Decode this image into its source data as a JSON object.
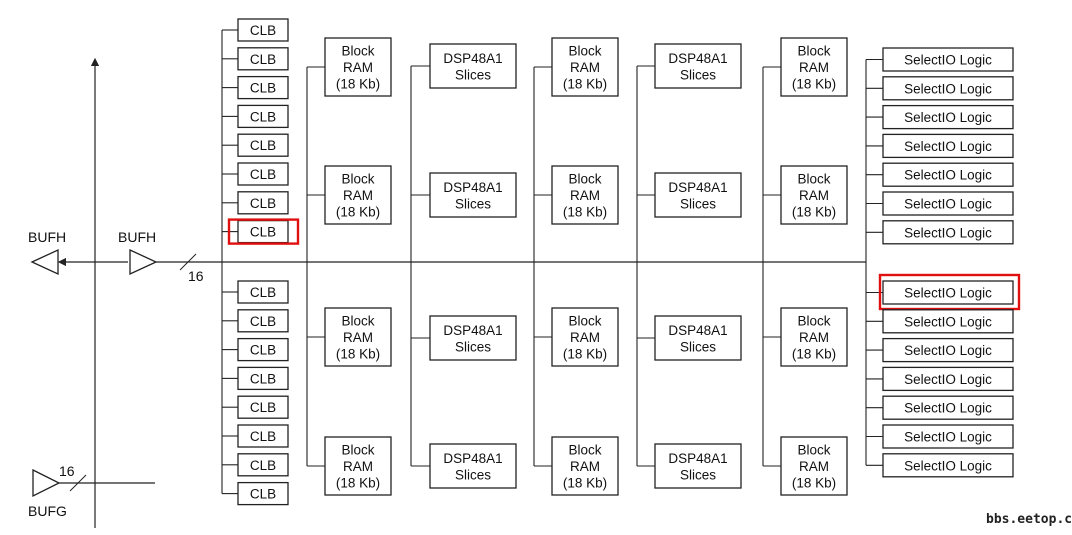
{
  "labels": {
    "bufh_left": "BUFH",
    "bufh_right": "BUFH",
    "bufg": "BUFG",
    "bus_width_h": "16",
    "bus_width_g": "16",
    "watermark": "bbs.eetop.cn"
  },
  "clb": {
    "label": "CLB",
    "top_count": 8,
    "bottom_count": 8,
    "highlighted": "top-8"
  },
  "columns": [
    {
      "type": "bram",
      "lines": [
        "Block",
        "RAM",
        "(18 Kb)"
      ]
    },
    {
      "type": "dsp",
      "lines": [
        "DSP48A1",
        "Slices"
      ]
    },
    {
      "type": "bram",
      "lines": [
        "Block",
        "RAM",
        "(18 Kb)"
      ]
    },
    {
      "type": "dsp",
      "lines": [
        "DSP48A1",
        "Slices"
      ]
    },
    {
      "type": "bram",
      "lines": [
        "Block",
        "RAM",
        "(18 Kb)"
      ]
    }
  ],
  "selectio": {
    "label": "SelectIO Logic",
    "top_count": 7,
    "bottom_count": 7,
    "highlighted": "bottom-1"
  },
  "colors": {
    "line": "#222222",
    "highlight": "#e01010",
    "background": "#ffffff"
  }
}
